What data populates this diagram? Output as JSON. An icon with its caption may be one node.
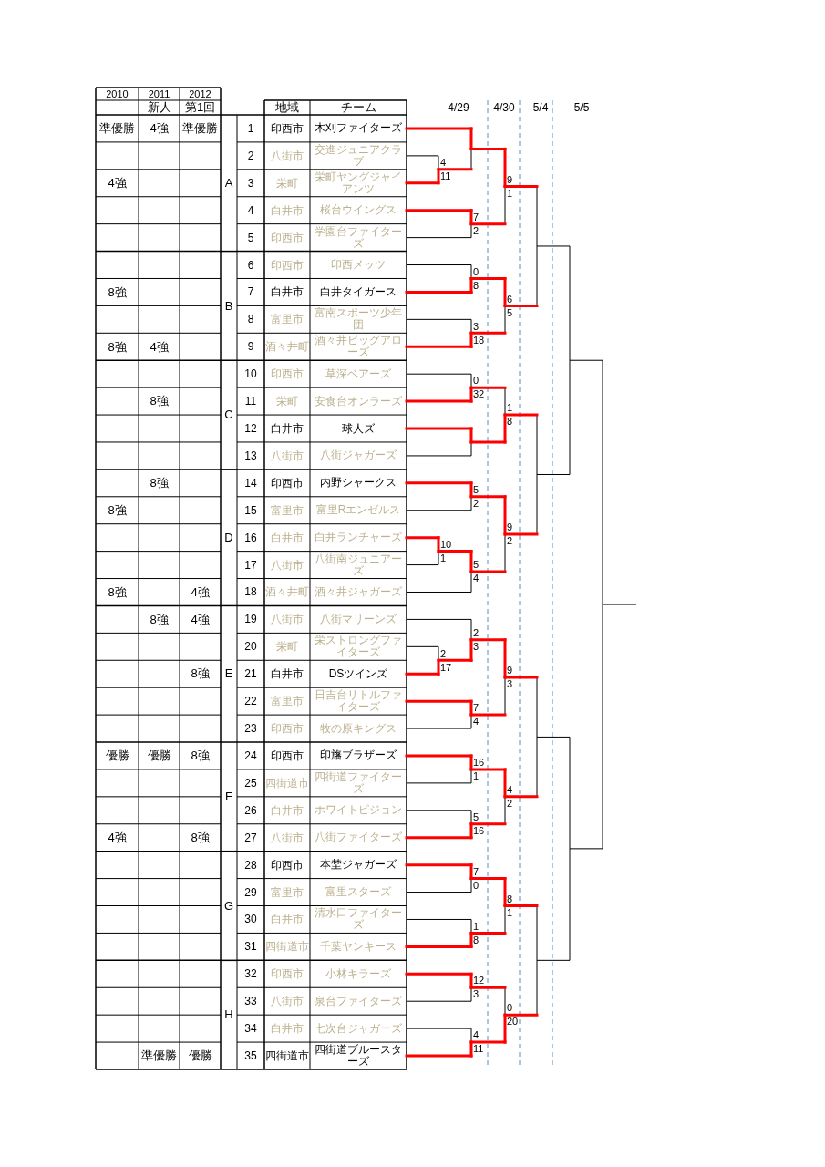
{
  "diagram": {
    "labels": [
      "2010",
      "2011",
      "2012",
      "新人",
      "第1回",
      "地域",
      "チーム",
      "4/29",
      "4/30",
      "5/4",
      "5/5",
      "準優勝",
      "4強",
      "準優勝",
      "A",
      "1",
      "印西市",
      "木刈ファイターズ",
      "2",
      "八街市",
      "交進ジュニアクラブ",
      "4強",
      "3",
      "栄町",
      "栄町ヤングジャイアンツ",
      "4",
      "白井市",
      "桜台ウイングス",
      "5",
      "印西市",
      "学園台ファイターズ",
      "B",
      "6",
      "印西市",
      "印西メッツ",
      "8強",
      "7",
      "白井市",
      "白井タイガース",
      "8",
      "富里市",
      "富南スポーツ少年団",
      "8強",
      "4強",
      "9",
      "酒々井町",
      "酒々井ビッグアローズ",
      "C",
      "10",
      "印西市",
      "草深ベアーズ",
      "8強",
      "11",
      "栄町",
      "安食台オンラーズ",
      "12",
      "白井市",
      "球人ズ",
      "13",
      "八街市",
      "八街ジャガーズ",
      "8強",
      "D",
      "14",
      "印西市",
      "内野シャークス",
      "8強",
      "15",
      "富里市",
      "富里Rエンゼルス",
      "16",
      "白井市",
      "白井ランチャーズ",
      "17",
      "八街市",
      "八街南ジュニアーズ",
      "8強",
      "4強",
      "18",
      "酒々井町",
      "酒々井ジャガーズ",
      "8強",
      "4強",
      "E",
      "19",
      "八街市",
      "八街マリーンズ",
      "20",
      "栄町",
      "栄ストロングファイターズ",
      "8強",
      "21",
      "白井市",
      "DSツインズ",
      "22",
      "富里市",
      "日吉台リトルファイターズ",
      "23",
      "印西市",
      "牧の原キングス",
      "優勝",
      "優勝",
      "8強",
      "F",
      "24",
      "印西市",
      "印旛ブラザーズ",
      "25",
      "四街道市",
      "四街道ファイターズ",
      "26",
      "白井市",
      "ホワイトピジョン",
      "4強",
      "8強",
      "27",
      "八街市",
      "八街ファイターズ",
      "G",
      "28",
      "印西市",
      "本埜ジャガーズ",
      "29",
      "富里市",
      "富里スターズ",
      "30",
      "白井市",
      "清水口ファイターズ",
      "31",
      "四街道市",
      "千葉ヤンキース",
      "H",
      "32",
      "印西市",
      "小林キラーズ",
      "33",
      "八街市",
      "泉台ファイターズ",
      "34",
      "白井市",
      "七次台ジャガーズ",
      "準優勝",
      "優勝",
      "35",
      "四街道市",
      "四街道ブルースターズ",
      "4",
      "11",
      "9",
      "1",
      "7",
      "2",
      "0",
      "8",
      "6",
      "5",
      "3",
      "18",
      "0",
      "32",
      "1",
      "8",
      "5",
      "2",
      "9",
      "2",
      "10",
      "1",
      "5",
      "4",
      "2",
      "3",
      "2",
      "17",
      "9",
      "3",
      "7",
      "4",
      "16",
      "1",
      "4",
      "2",
      "5",
      "16",
      "7",
      "0",
      "8",
      "1",
      "1",
      "8",
      "12",
      "3",
      "0",
      "20",
      "4",
      "11"
    ]
  }
}
